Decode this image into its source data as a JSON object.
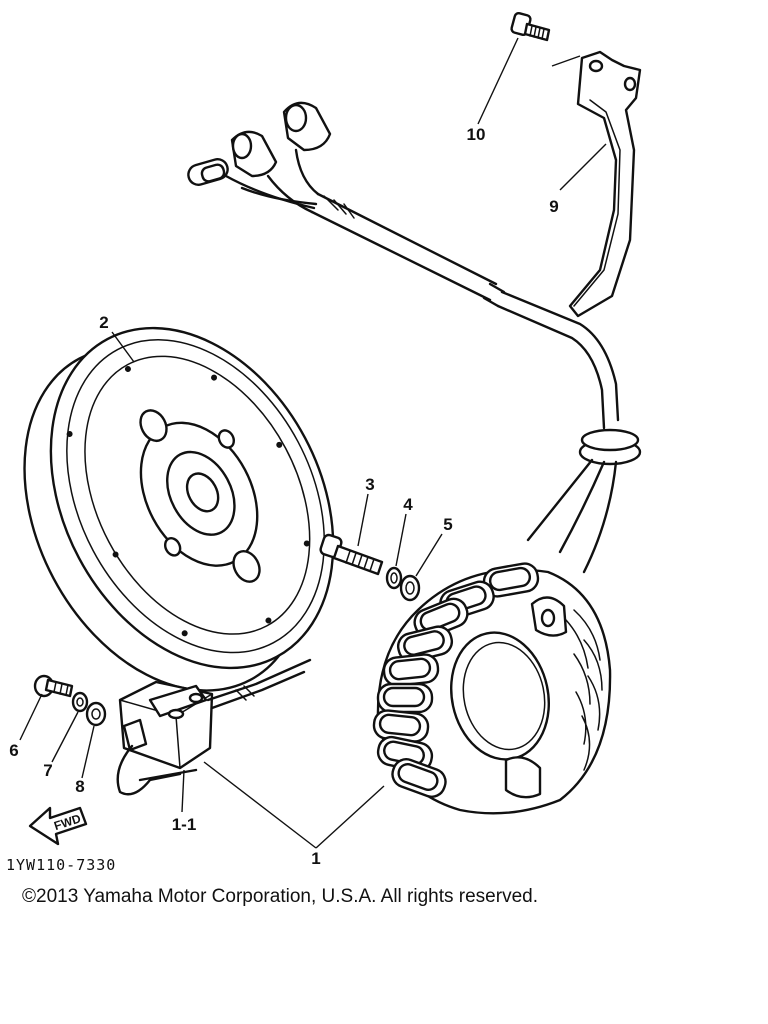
{
  "callouts": {
    "c1": "1",
    "c1_1": "1-1",
    "c2": "2",
    "c3": "3",
    "c4": "4",
    "c5": "5",
    "c6": "6",
    "c7": "7",
    "c8": "8",
    "c9": "9",
    "c10": "10"
  },
  "fwd_label": "FWD",
  "figure_code": "1YW110-7330",
  "copyright": "©2013 Yamaha Motor Corporation, U.S.A. All rights reserved."
}
